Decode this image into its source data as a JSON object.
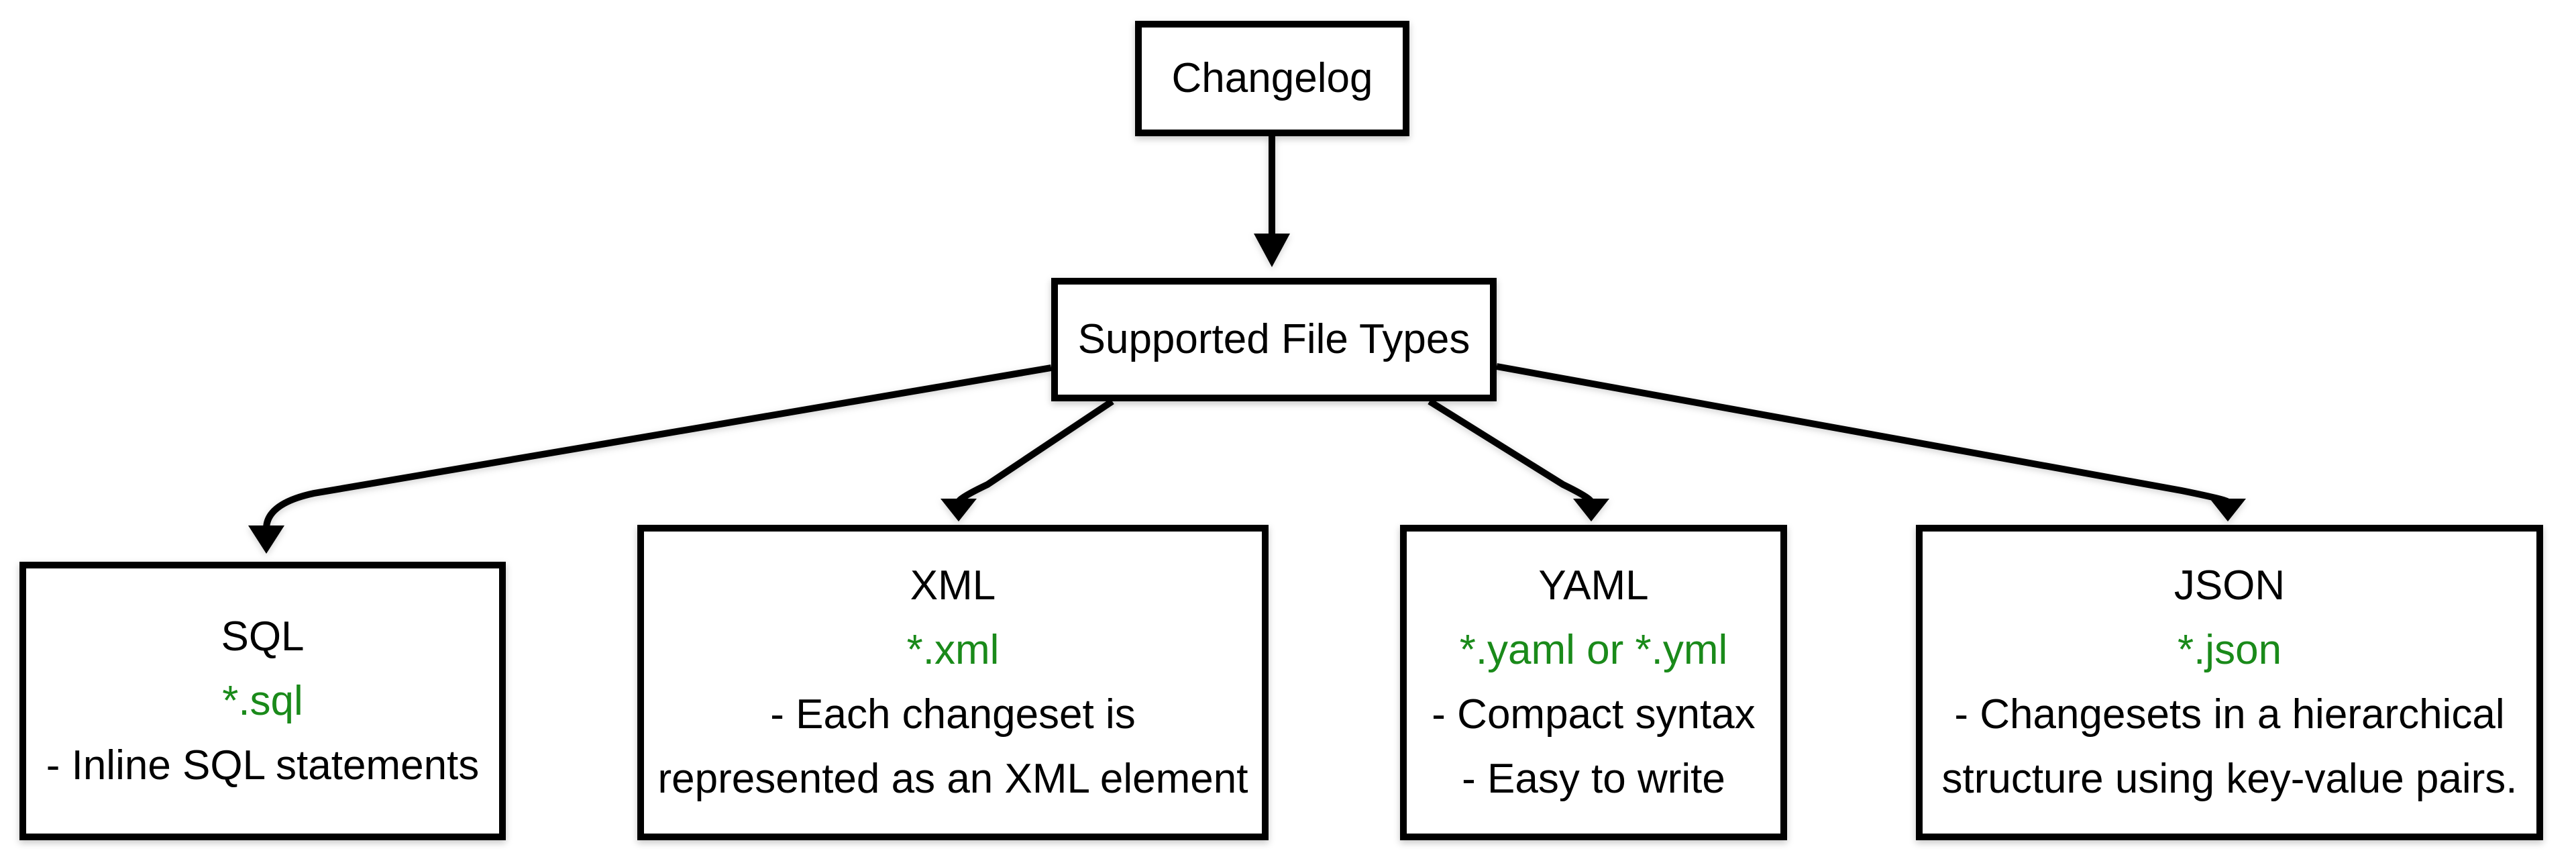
{
  "colors": {
    "background": "#ffffff",
    "box_border": "#000000",
    "text": "#000000",
    "arrow": "#000000",
    "file_pattern_green": "#1a8a1a"
  },
  "nodes": {
    "changelog": {
      "lines": [
        "Changelog"
      ]
    },
    "supported": {
      "lines": [
        "Supported File Types"
      ]
    },
    "sql": {
      "lines": [
        "SQL",
        "*.sql",
        "- Inline SQL statements"
      ]
    },
    "xml": {
      "lines": [
        "XML",
        "*.xml",
        "- Each changeset is",
        "represented as an XML element"
      ]
    },
    "yaml": {
      "lines": [
        "YAML",
        "*.yaml or *.yml",
        "- Compact syntax",
        "- Easy to write"
      ]
    },
    "json": {
      "lines": [
        "JSON",
        "*.json",
        "- Changesets in a hierarchical",
        "structure using key-value pairs."
      ]
    }
  },
  "edges": [
    {
      "from": "Changelog",
      "to": "Supported File Types"
    },
    {
      "from": "Supported File Types",
      "to": "SQL"
    },
    {
      "from": "Supported File Types",
      "to": "XML"
    },
    {
      "from": "Supported File Types",
      "to": "YAML"
    },
    {
      "from": "Supported File Types",
      "to": "JSON"
    }
  ]
}
